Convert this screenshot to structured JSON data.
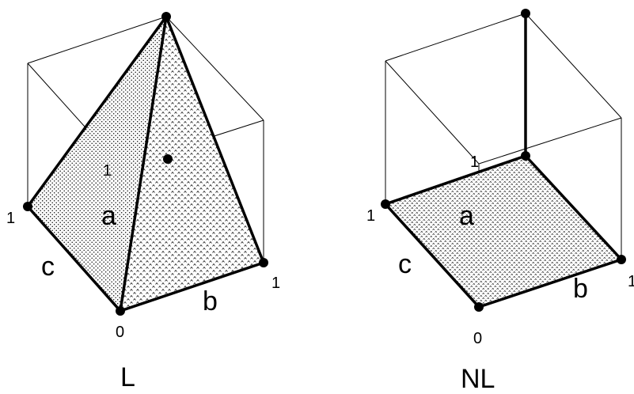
{
  "figures": [
    {
      "id": "L",
      "caption": "L",
      "edge_labels": {
        "a": "a",
        "b": "b",
        "c": "c"
      },
      "vertex_labels": {
        "origin": "0",
        "b_end": "1",
        "c_end": "1",
        "a_end": "1"
      }
    },
    {
      "id": "NL",
      "caption": "NL",
      "edge_labels": {
        "a": "a",
        "b": "b",
        "c": "c"
      },
      "vertex_labels": {
        "origin": "0",
        "b_end": "1",
        "c_end": "1",
        "a_end": "1"
      }
    }
  ],
  "colors": {
    "ink": "#000000",
    "fill": "#ffffff"
  }
}
